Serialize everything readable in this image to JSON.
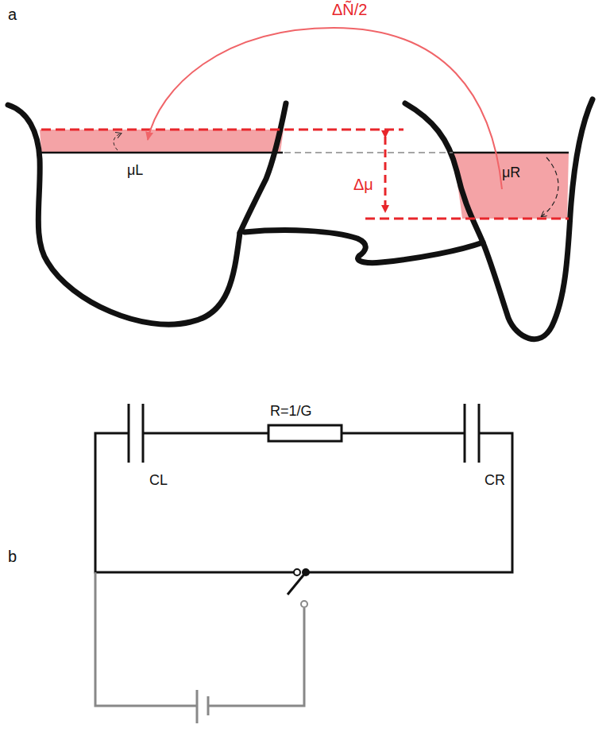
{
  "diagram": {
    "labels": [
      "a",
      "ΔÑ/2",
      "μL",
      "μR",
      "Δμ",
      "b",
      "R=1/G",
      "CL",
      "CR"
    ]
  }
}
